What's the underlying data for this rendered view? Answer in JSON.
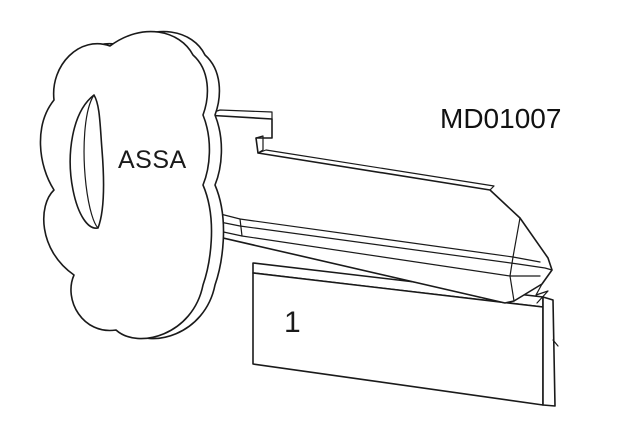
{
  "drawing": {
    "key_brand": "ASSA",
    "part_number": "MD01007",
    "cut_position": "1"
  },
  "colors": {
    "line": "#1a1a1a",
    "background": "#ffffff"
  }
}
